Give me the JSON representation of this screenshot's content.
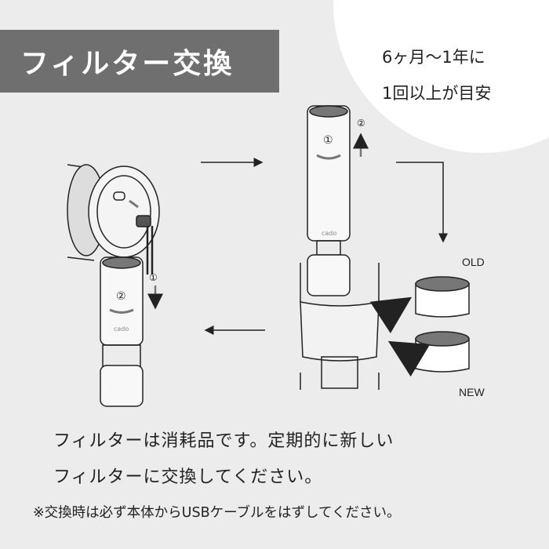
{
  "title": "フィルター交換",
  "frequency_note": [
    "6ヶ月〜1年に",
    "1回以上が目安"
  ],
  "filter_labels": {
    "old": "OLD",
    "new": "NEW"
  },
  "product_logo": "cado",
  "step_marks": {
    "one": "①",
    "two": "②"
  },
  "description": [
    "フィルターは消耗品です。定期的に新しい",
    "フィルターに交換してください。"
  ],
  "footnote": "※交換時は必ず本体からUSBケーブルをはずしてください。",
  "colors": {
    "background": "#ececec",
    "title_box": "#6f6f6f",
    "arrow_gray": "#7a7a7a"
  }
}
